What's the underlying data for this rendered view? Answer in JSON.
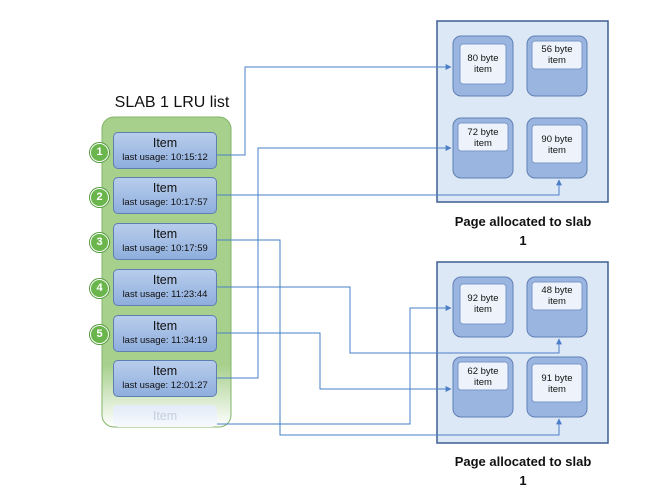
{
  "lru": {
    "title": "SLAB 1 LRU list",
    "items": [
      {
        "number": "1",
        "label": "Item",
        "usage": "last usage: 10:15:12"
      },
      {
        "number": "2",
        "label": "Item",
        "usage": "last usage: 10:17:57"
      },
      {
        "number": "3",
        "label": "Item",
        "usage": "last usage: 10:17:59"
      },
      {
        "number": "4",
        "label": "Item",
        "usage": "last usage: 11:23:44"
      },
      {
        "number": "5",
        "label": "Item",
        "usage": "last usage: 11:34:19"
      },
      {
        "number": "",
        "label": "Item",
        "usage": "last usage: 12:01:27"
      }
    ],
    "ghost_label": "Item"
  },
  "pages": [
    {
      "caption_line1": "Page allocated to slab",
      "caption_line2": "1",
      "slots": [
        {
          "line1": "80 byte",
          "line2": "item"
        },
        {
          "line1": "56 byte",
          "line2": "item"
        },
        {
          "line1": "72 byte",
          "line2": "item"
        },
        {
          "line1": "90 byte",
          "line2": "item"
        }
      ]
    },
    {
      "caption_line1": "Page allocated to slab",
      "caption_line2": "1",
      "slots": [
        {
          "line1": "92 byte",
          "line2": "item"
        },
        {
          "line1": "48 byte",
          "line2": "item"
        },
        {
          "line1": "62 byte",
          "line2": "item"
        },
        {
          "line1": "91 byte",
          "line2": "item"
        }
      ]
    }
  ],
  "colors": {
    "lru_panel": "#a8d08d",
    "lru_panel_border": "#82b56a",
    "item_fill": "#9fb9e3",
    "badge": "#6ab64d",
    "page_fill": "#dde8f6",
    "page_border": "#3c5f94",
    "slot_fill": "#9ab5e0",
    "slot_label_bg": "#eef3fb",
    "connector": "#4a7fc8"
  }
}
